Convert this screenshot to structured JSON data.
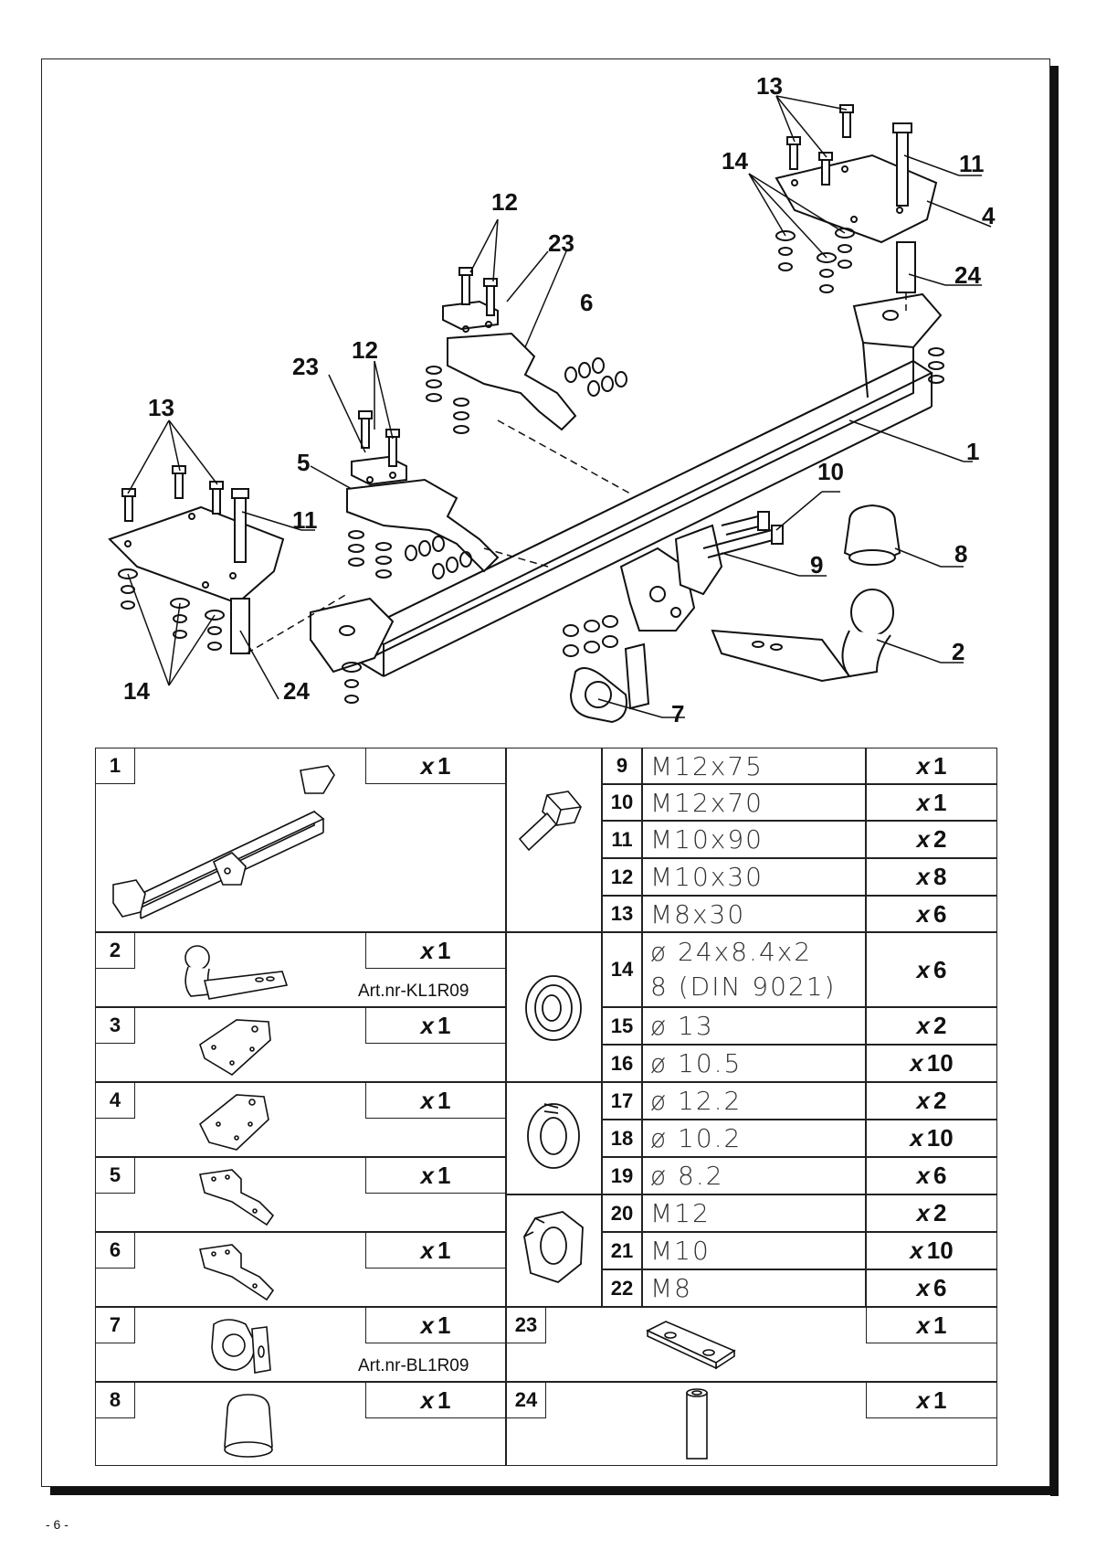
{
  "page": {
    "number": "- 6 -"
  },
  "callouts": [
    "1",
    "2",
    "4",
    "5",
    "6",
    "7",
    "8",
    "9",
    "10",
    "11",
    "11",
    "12",
    "12",
    "13",
    "13",
    "14",
    "14",
    "23",
    "23",
    "24",
    "24"
  ],
  "parts_table": {
    "large_rows": [
      {
        "no": "1",
        "qty_prefix": "x",
        "qty": "1",
        "art": ""
      },
      {
        "no": "2",
        "qty_prefix": "x",
        "qty": "1",
        "art": "Art.nr-KL1R09"
      },
      {
        "no": "3",
        "qty_prefix": "x",
        "qty": "1",
        "art": ""
      },
      {
        "no": "4",
        "qty_prefix": "x",
        "qty": "1",
        "art": ""
      },
      {
        "no": "5",
        "qty_prefix": "x",
        "qty": "1",
        "art": ""
      },
      {
        "no": "6",
        "qty_prefix": "x",
        "qty": "1",
        "art": ""
      },
      {
        "no": "7",
        "qty_prefix": "x",
        "qty": "1",
        "art": "Art.nr-BL1R09"
      },
      {
        "no": "8",
        "qty_prefix": "x",
        "qty": "1",
        "art": ""
      }
    ],
    "hardware_rows": [
      {
        "no": "9",
        "spec": "M12x75",
        "qty_prefix": "x",
        "qty": "1"
      },
      {
        "no": "10",
        "spec": "M12x70",
        "qty_prefix": "x",
        "qty": "1"
      },
      {
        "no": "11",
        "spec": "M10x90",
        "qty_prefix": "x",
        "qty": "2"
      },
      {
        "no": "12",
        "spec": "M10x30",
        "qty_prefix": "x",
        "qty": "8"
      },
      {
        "no": "13",
        "spec": "M8x30",
        "qty_prefix": "x",
        "qty": "6"
      },
      {
        "no": "14",
        "spec_line1": "ø 24x8.4x2",
        "spec_line2": "8 (DIN 9021)",
        "qty_prefix": "x",
        "qty": "6"
      },
      {
        "no": "15",
        "spec": "ø 13",
        "qty_prefix": "x",
        "qty": "2"
      },
      {
        "no": "16",
        "spec": "ø 10.5",
        "qty_prefix": "x",
        "qty": "10"
      },
      {
        "no": "17",
        "spec": "ø 12.2",
        "qty_prefix": "x",
        "qty": "2"
      },
      {
        "no": "18",
        "spec": "ø 10.2",
        "qty_prefix": "x",
        "qty": "10"
      },
      {
        "no": "19",
        "spec": "ø 8.2",
        "qty_prefix": "x",
        "qty": "6"
      },
      {
        "no": "20",
        "spec": "M12",
        "qty_prefix": "x",
        "qty": "2"
      },
      {
        "no": "21",
        "spec": "M10",
        "qty_prefix": "x",
        "qty": "10"
      },
      {
        "no": "22",
        "spec": "M8",
        "qty_prefix": "x",
        "qty": "6"
      }
    ],
    "bottom_rows": [
      {
        "no": "23",
        "qty_prefix": "x",
        "qty": "1"
      },
      {
        "no": "24",
        "qty_prefix": "x",
        "qty": "1"
      }
    ]
  }
}
